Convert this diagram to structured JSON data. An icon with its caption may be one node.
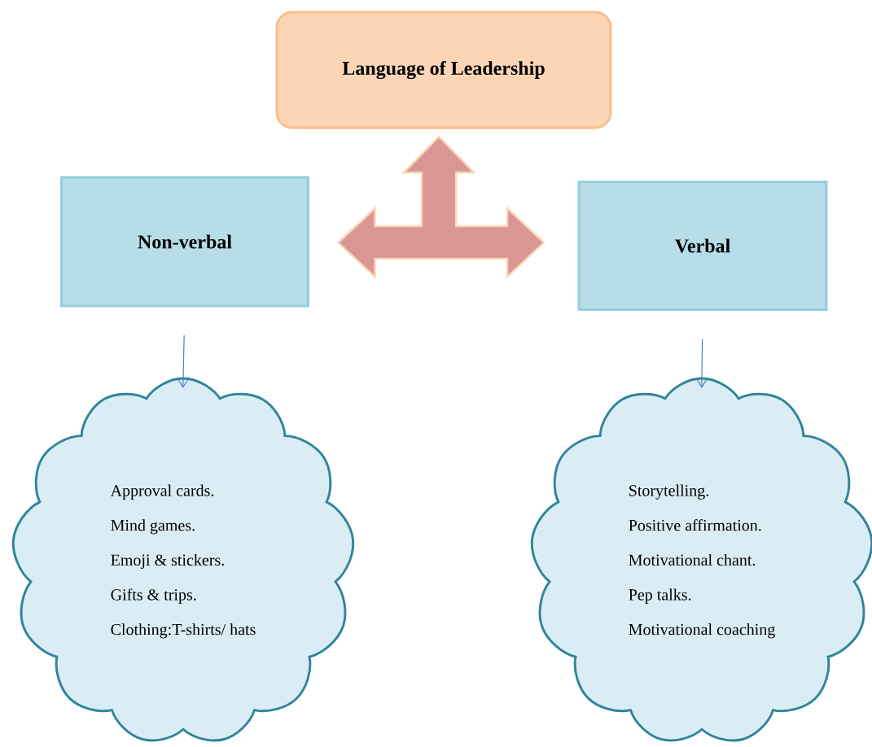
{
  "diagram": {
    "nodes": [
      {
        "text": [
          "Language of Leadership"
        ]
      },
      {
        "text": [
          "Non-verbal"
        ]
      },
      {
        "text": [
          "Verbal"
        ]
      },
      {
        "text": [
          "Approval cards.",
          "Mind games.",
          "Emoji & stickers.",
          "Gifts & trips.",
          "Clothing:T-shirts/ hats"
        ]
      },
      {
        "text": [
          "Storytelling.",
          "Positive affirmation.",
          "Motivational chant.",
          "Pep talks.",
          "Motivational coaching"
        ]
      }
    ],
    "edges": [
      {
        "from": 1,
        "to": 2,
        "arrow": "both"
      },
      {
        "from": null,
        "to": 0,
        "arrow": "to"
      },
      {
        "from": 1,
        "to": 3,
        "arrow": "to"
      },
      {
        "from": 2,
        "to": 4,
        "arrow": "to"
      }
    ]
  }
}
